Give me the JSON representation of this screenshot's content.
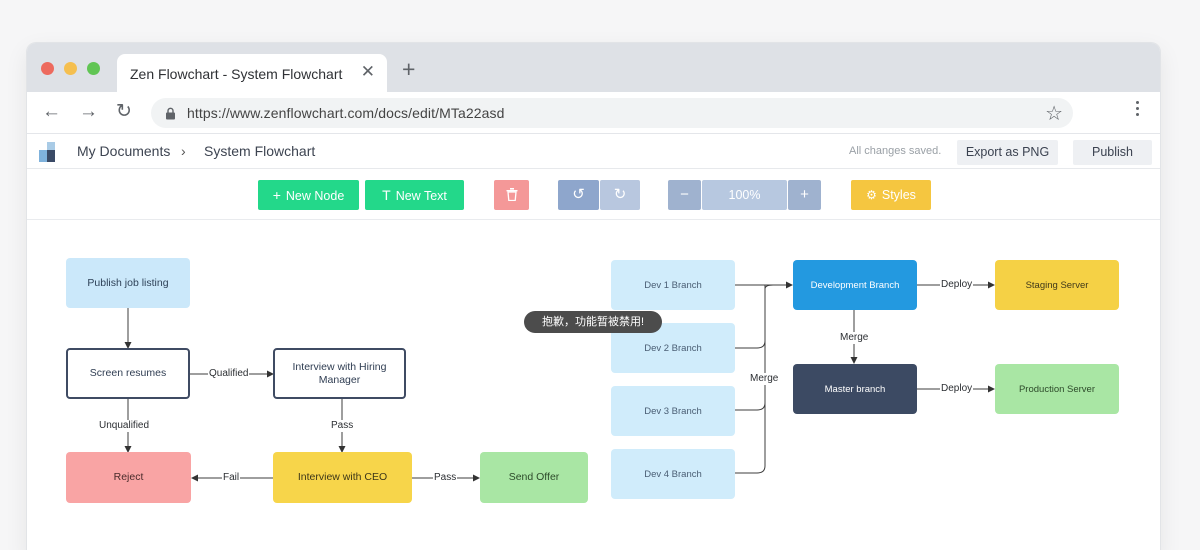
{
  "browser": {
    "tab_title": "Zen Flowchart - System Flowchart",
    "tab_close": "✕",
    "new_tab": "+",
    "url": "https://www.zenflowchart.com/docs/edit/MTa22asd",
    "back": "←",
    "forward": "→",
    "reload": "↻",
    "bookmark": "☆"
  },
  "header": {
    "crumb_root": "My Documents",
    "crumb_sep": "›",
    "crumb_current": "System Flowchart",
    "status": "All changes saved.",
    "export_label": "Export as PNG",
    "publish_label": "Publish"
  },
  "toolbar": {
    "new_node_icon": "+",
    "new_node_label": "New Node",
    "new_text_icon": "T",
    "new_text_label": "New Text",
    "undo": "↺",
    "redo": "↻",
    "zoom_out": "−",
    "zoom": "100%",
    "zoom_in": "+",
    "styles_icon": "⚙",
    "styles_label": "Styles"
  },
  "colors": {
    "green": "#23d88a",
    "red": "#f49898",
    "slate": "#9fb2cf",
    "yellow": "#f5c640",
    "blue": "#2399e0",
    "navy": "#3c4a63"
  },
  "flow": {
    "nodes": {
      "publish": "Publish job listing",
      "screen": "Screen resumes",
      "interview_hm": "Interview with Hiring Manager",
      "reject": "Reject",
      "interview_ceo": "Interview with CEO",
      "send_offer": "Send Offer",
      "dev1": "Dev 1 Branch",
      "dev2": "Dev 2 Branch",
      "dev3": "Dev 3 Branch",
      "dev4": "Dev 4 Branch",
      "dev_branch": "Development Branch",
      "master": "Master branch",
      "staging": "Staging Server",
      "production": "Production Server"
    },
    "edges": {
      "qualified": "Qualified",
      "unqualified": "Unqualified",
      "pass_hm": "Pass",
      "fail": "Fail",
      "pass_offer": "Pass",
      "merge_devs": "Merge",
      "merge_master": "Merge",
      "deploy_staging": "Deploy",
      "deploy_prod": "Deploy"
    }
  },
  "toast": "抱歉，功能暂被禁用!"
}
